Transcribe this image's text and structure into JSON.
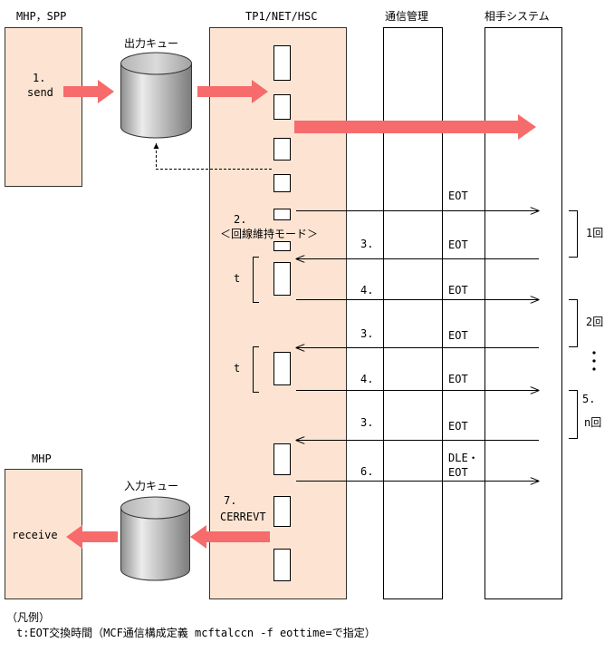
{
  "lanes": {
    "sender": "MHP，SPP",
    "hsc": "TP1/NET/HSC",
    "comm": "通信管理",
    "partner": "相手システム",
    "receiver": "MHP"
  },
  "queues": {
    "output": "出力キュー",
    "input": "入力キュー"
  },
  "send": {
    "step": "1.",
    "label": "send"
  },
  "line_keep": {
    "step": "2.",
    "label": "＜回線維持モード＞"
  },
  "messages": [
    {
      "label": "EOT"
    },
    {
      "step": "3.",
      "label": "EOT"
    },
    {
      "step": "4.",
      "label": "EOT"
    },
    {
      "step": "3.",
      "label": "EOT"
    },
    {
      "step": "4.",
      "label": "EOT"
    },
    {
      "step": "3.",
      "label": "EOT"
    },
    {
      "step": "6.",
      "label": [
        "DLE・",
        "EOT"
      ]
    }
  ],
  "interval": {
    "label": "t"
  },
  "repeats": [
    {
      "label": "1回"
    },
    {
      "label": "2回"
    },
    {
      "step": "5.",
      "label": "n回"
    }
  ],
  "error_event": {
    "step": "7.",
    "label": "CERREVT"
  },
  "receive": {
    "label": "receive"
  },
  "legend": {
    "title": "（凡例）",
    "text": "t:EOT交換時間（MCF通信構成定義 mcftalccn -f eottime=で指定）"
  },
  "colors": {
    "lane_fill": "#fde4d2",
    "flow_arrow": "#f66b6b"
  }
}
